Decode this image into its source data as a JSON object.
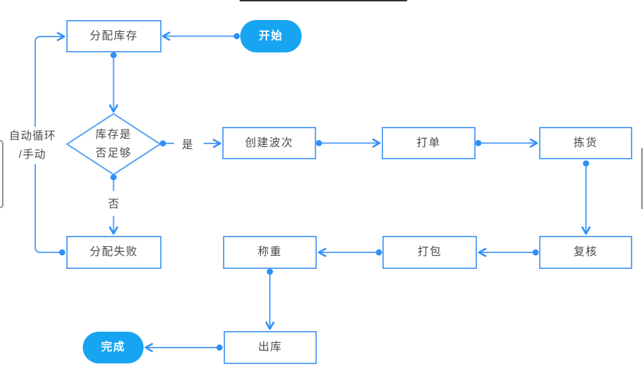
{
  "colors": {
    "connector_blue": "#57a0f7",
    "accent_blue": "#2e90f5",
    "node_border_blue": "#5aa2f7",
    "terminal_fill_blue": "#17a5f2",
    "node_text": "#4a4a4a",
    "terminal_text": "#ffffff",
    "edge_artifact_gray": "#8f8f8f"
  },
  "flowchart": {
    "nodes": {
      "start": {
        "type": "terminal",
        "label": "开始"
      },
      "allocate": {
        "type": "process",
        "label": "分配库存"
      },
      "check_stock": {
        "type": "decision",
        "label_line1": "库存是",
        "label_line2": "否足够"
      },
      "create_wave": {
        "type": "process",
        "label": "创建波次"
      },
      "print_order": {
        "type": "process",
        "label": "打单"
      },
      "pick_goods": {
        "type": "process",
        "label": "拣货"
      },
      "allocate_fail": {
        "type": "process",
        "label": "分配失败"
      },
      "review": {
        "type": "process",
        "label": "复核"
      },
      "pack": {
        "type": "process",
        "label": "打包"
      },
      "weigh": {
        "type": "process",
        "label": "称重"
      },
      "outbound": {
        "type": "process",
        "label": "出库"
      },
      "finish": {
        "type": "terminal",
        "label": "完成"
      }
    },
    "edge_labels": {
      "yes": "是",
      "no": "否",
      "loop_line1": "自动循环",
      "loop_line2": "/手动"
    }
  }
}
